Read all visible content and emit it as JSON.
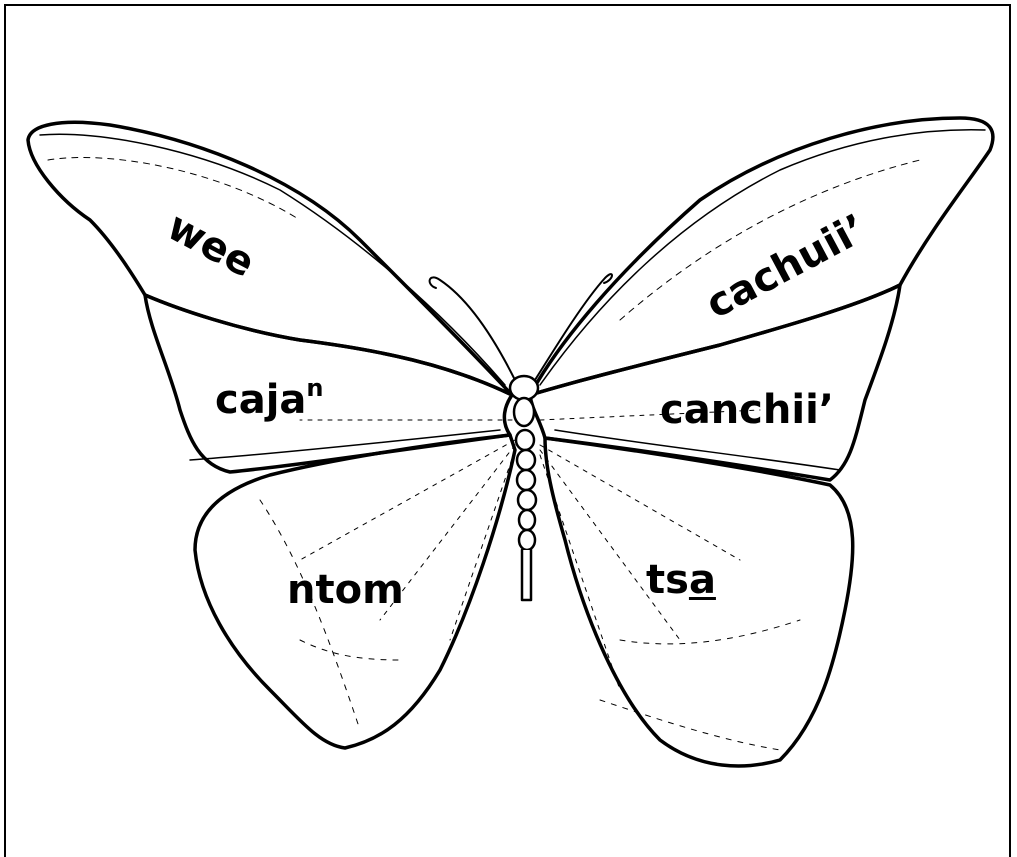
{
  "labels": {
    "upper_left": "wee",
    "upper_right": "cachuii’",
    "middle_left_base": "caja",
    "middle_left_sup": "n",
    "middle_right": "canchii’",
    "lower_left": "ntom",
    "lower_right_prefix": "ts",
    "lower_right_underlined": "a"
  },
  "icons": {
    "main": "butterfly-illustration"
  },
  "colors": {
    "line": "#000000",
    "background": "#ffffff"
  }
}
